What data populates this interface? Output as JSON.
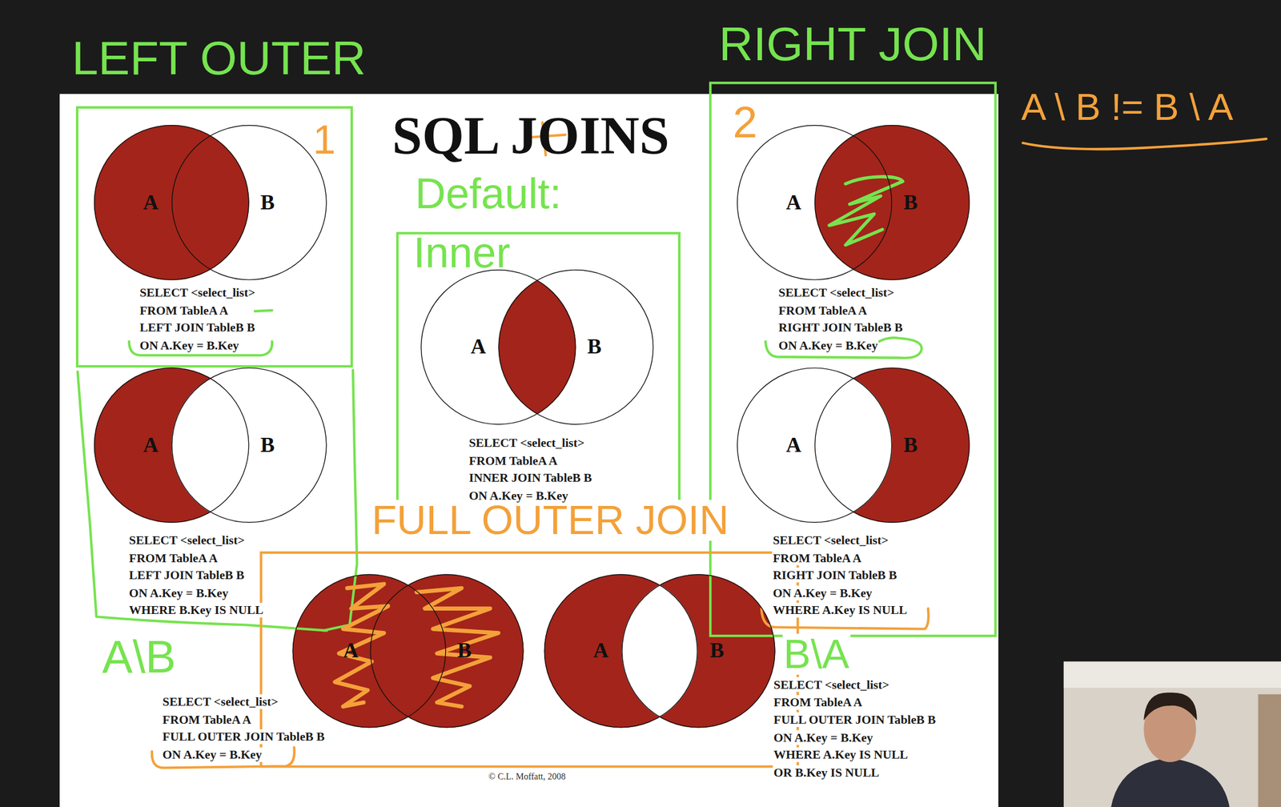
{
  "diagram": {
    "title": "SQL JOINS",
    "nodes": [
      {
        "text": [
          "LEFT OUTER"
        ]
      },
      {
        "text": [
          "A"
        ],
        "in": 0
      },
      {
        "text": [
          "B"
        ],
        "in": 0
      },
      {
        "text": [
          "RIGHT JOIN"
        ]
      },
      {
        "text": [
          "A"
        ],
        "in": 3
      },
      {
        "text": [
          "B"
        ],
        "in": 3
      },
      {
        "text": [
          "Default:",
          "Inner"
        ]
      },
      {
        "text": [
          "A"
        ],
        "in": 6
      },
      {
        "text": [
          "B"
        ],
        "in": 6
      },
      {
        "text": [
          "A"
        ]
      },
      {
        "text": [
          "B"
        ]
      },
      {
        "text": [
          "A"
        ],
        "in": 3
      },
      {
        "text": [
          "B"
        ],
        "in": 3
      },
      {
        "text": [
          "FULL OUTER JOIN"
        ]
      },
      {
        "text": [
          "A"
        ],
        "in": 13
      },
      {
        "text": [
          "B"
        ],
        "in": 13
      },
      {
        "text": [
          "A"
        ],
        "in": 13
      },
      {
        "text": [
          "B"
        ],
        "in": 13
      }
    ],
    "labels": [
      "1",
      "2",
      "A \\ B != B \\ A",
      "SELECT <select_list>",
      "FROM TableA A",
      "LEFT JOIN TableB B",
      "ON A.Key = B.Key",
      "SELECT <select_list>",
      "FROM TableA A",
      "LEFT JOIN TableB B",
      "ON A.Key = B.Key",
      "WHERE B.Key IS NULL",
      "SELECT <select_list>",
      "FROM TableA A",
      "INNER JOIN TableB B",
      "ON A.Key = B.Key",
      "SELECT <select_list>",
      "FROM TableA A",
      "RIGHT JOIN TableB B",
      "ON A.Key = B.Key",
      "SELECT <select_list>",
      "FROM TableA A",
      "RIGHT JOIN TableB B",
      "ON A.Key = B.Key",
      "WHERE A.Key IS NULL",
      "SELECT <select_list>",
      "FROM TableA A",
      "FULL OUTER JOIN TableB B",
      "ON A.Key = B.Key",
      "SELECT <select_list>",
      "FROM TableA A",
      "FULL OUTER JOIN TableB B",
      "ON A.Key = B.Key",
      "WHERE A.Key IS NULL",
      "OR B.Key IS NULL",
      "A\\B",
      "B\\A",
      "© C.L. Moffatt, 2008"
    ]
  }
}
